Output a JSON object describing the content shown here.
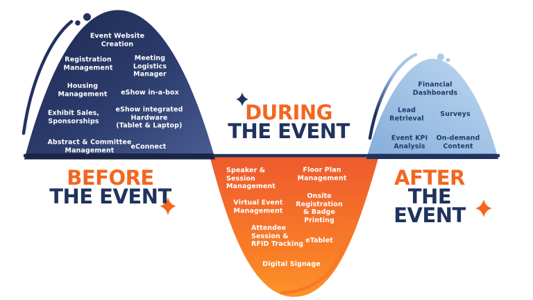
{
  "title": "Event lifecycle wave diagram",
  "colors": {
    "navy": "#20335f",
    "navy_dark_band": "#1b2546",
    "navy_hill_top": "#1d2950",
    "navy_hill_bottom": "#4a5d93",
    "orange_heading": "#f3661f",
    "orange_valley_top": "#ee5a2e",
    "orange_valley_bottom": "#fb9428",
    "orange_accent": "#f8772a",
    "lightblue_hill_top": "#bfd9f2",
    "lightblue_hill_bottom": "#84add9",
    "lightblue_accent": "#a9cbe9",
    "label_white": "#ffffff",
    "label_navy": "#23396b"
  },
  "sections": {
    "before": {
      "heading_line1": "BEFORE",
      "heading_line2": "THE EVENT",
      "items": [
        "Event Website\nCreation",
        "Registration\nManagement",
        "Meeting\nLogistics\nManager",
        "Housing\nManagement",
        "eShow in-a-box",
        "Exhibit Sales,\nSponsorships",
        "eShow integrated\nHardware\n(Tablet & Laptop)",
        "Abstract & Committee\nManagement",
        "eConnect"
      ]
    },
    "during": {
      "heading_line1": "DURING",
      "heading_line2": "THE EVENT",
      "items": [
        "Speaker &\nSession\nManagement",
        "Floor Plan\nManagement",
        "Virtual Event\nManagement",
        "Onsite\nRegistration\n& Badge\nPrinting",
        "Attendee\nSession &\nRFID Tracking",
        "eTablet",
        "Digital Signage"
      ]
    },
    "after": {
      "heading_line1": "AFTER",
      "heading_line2": "THE EVENT",
      "items": [
        "Financial\nDashboards",
        "Lead\nRetrieval",
        "Surveys",
        "Event KPI\nAnalysis",
        "On-demand\nContent"
      ]
    }
  }
}
